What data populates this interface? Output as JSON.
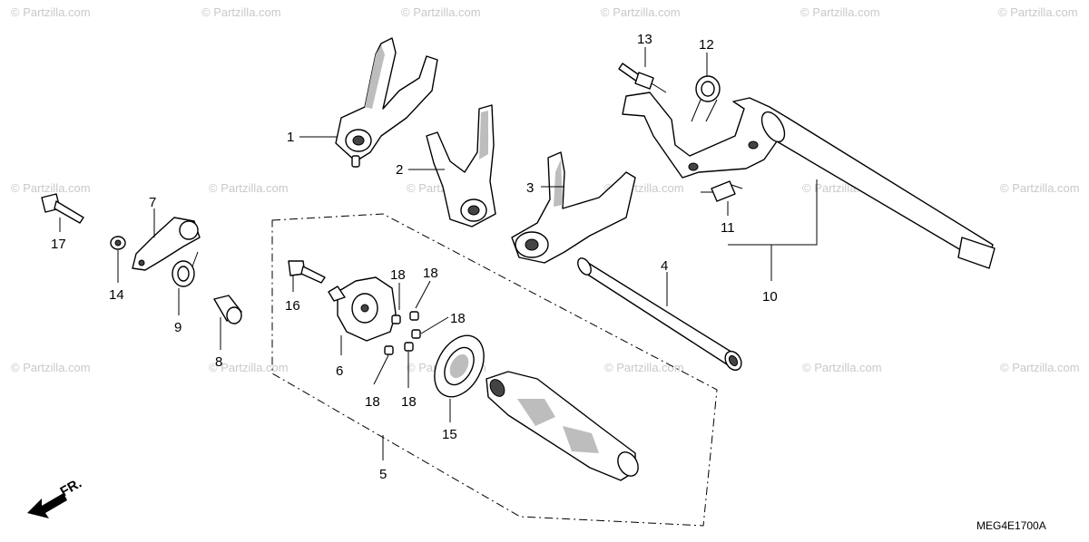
{
  "watermark": "© Partzilla.com",
  "diagram_code": "MEG4E1700A",
  "direction_label": "FR.",
  "callouts": {
    "c1": "1",
    "c2": "2",
    "c3": "3",
    "c4": "4",
    "c5": "5",
    "c6": "6",
    "c7": "7",
    "c8": "8",
    "c9": "9",
    "c10": "10",
    "c11": "11",
    "c12": "12",
    "c13": "13",
    "c14": "14",
    "c15": "15",
    "c16": "16",
    "c17": "17",
    "c18a": "18",
    "c18b": "18",
    "c18c": "18",
    "c18d": "18",
    "c18e": "18"
  }
}
